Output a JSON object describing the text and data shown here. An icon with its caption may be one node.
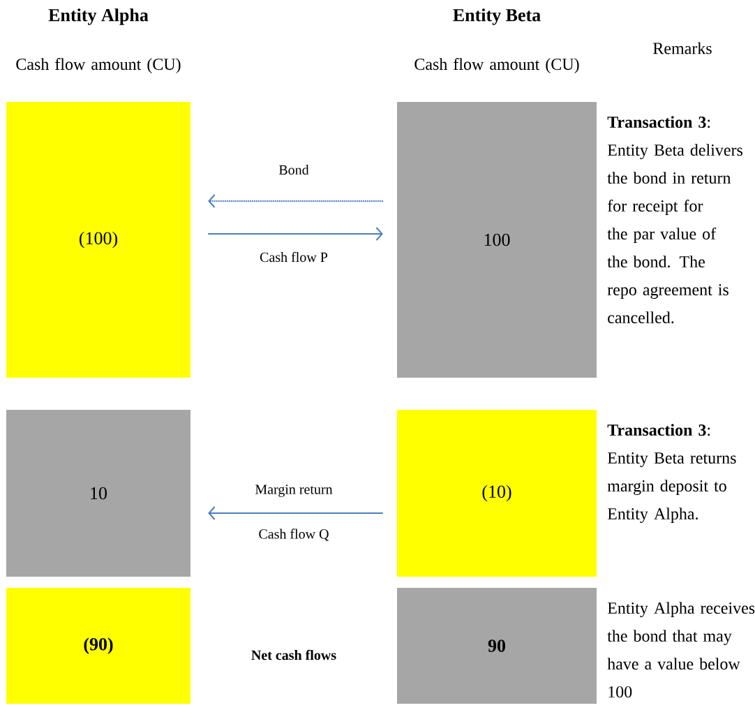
{
  "diagram": {
    "nodes": [
      {
        "text": [
          "(100)"
        ]
      },
      {
        "text": [
          "100"
        ],
        "beside": [
          "**Transaction 3**: Entity Beta delivers the bond in return for receipt for the par value of the bond. The repo agreement is cancelled."
        ]
      },
      {
        "text": [
          "10"
        ]
      },
      {
        "text": [
          "(10)"
        ],
        "beside": [
          "**Transaction 3**: Entity Beta returns margin deposit to Entity Alpha."
        ]
      },
      {
        "text": [
          "(90)"
        ]
      },
      {
        "text": [
          "90"
        ],
        "beside": [
          "Entity Alpha receives the bond that may have a value below 100"
        ]
      }
    ],
    "edges": [
      {
        "from": 1,
        "to": 0,
        "arrow": "to",
        "label": "Bond",
        "style": "dashed"
      },
      {
        "from": 0,
        "to": 1,
        "arrow": "to",
        "label": "Cash flow P"
      },
      {
        "from": 3,
        "to": 2,
        "arrow": "to",
        "label": "Margin return"
      }
    ],
    "labels": [
      "Entity Alpha",
      "Cash flow amount (CU)",
      "Entity Beta",
      "Cash flow amount (CU)",
      "Remarks",
      "Cash flow Q",
      "Net cash flows"
    ]
  }
}
